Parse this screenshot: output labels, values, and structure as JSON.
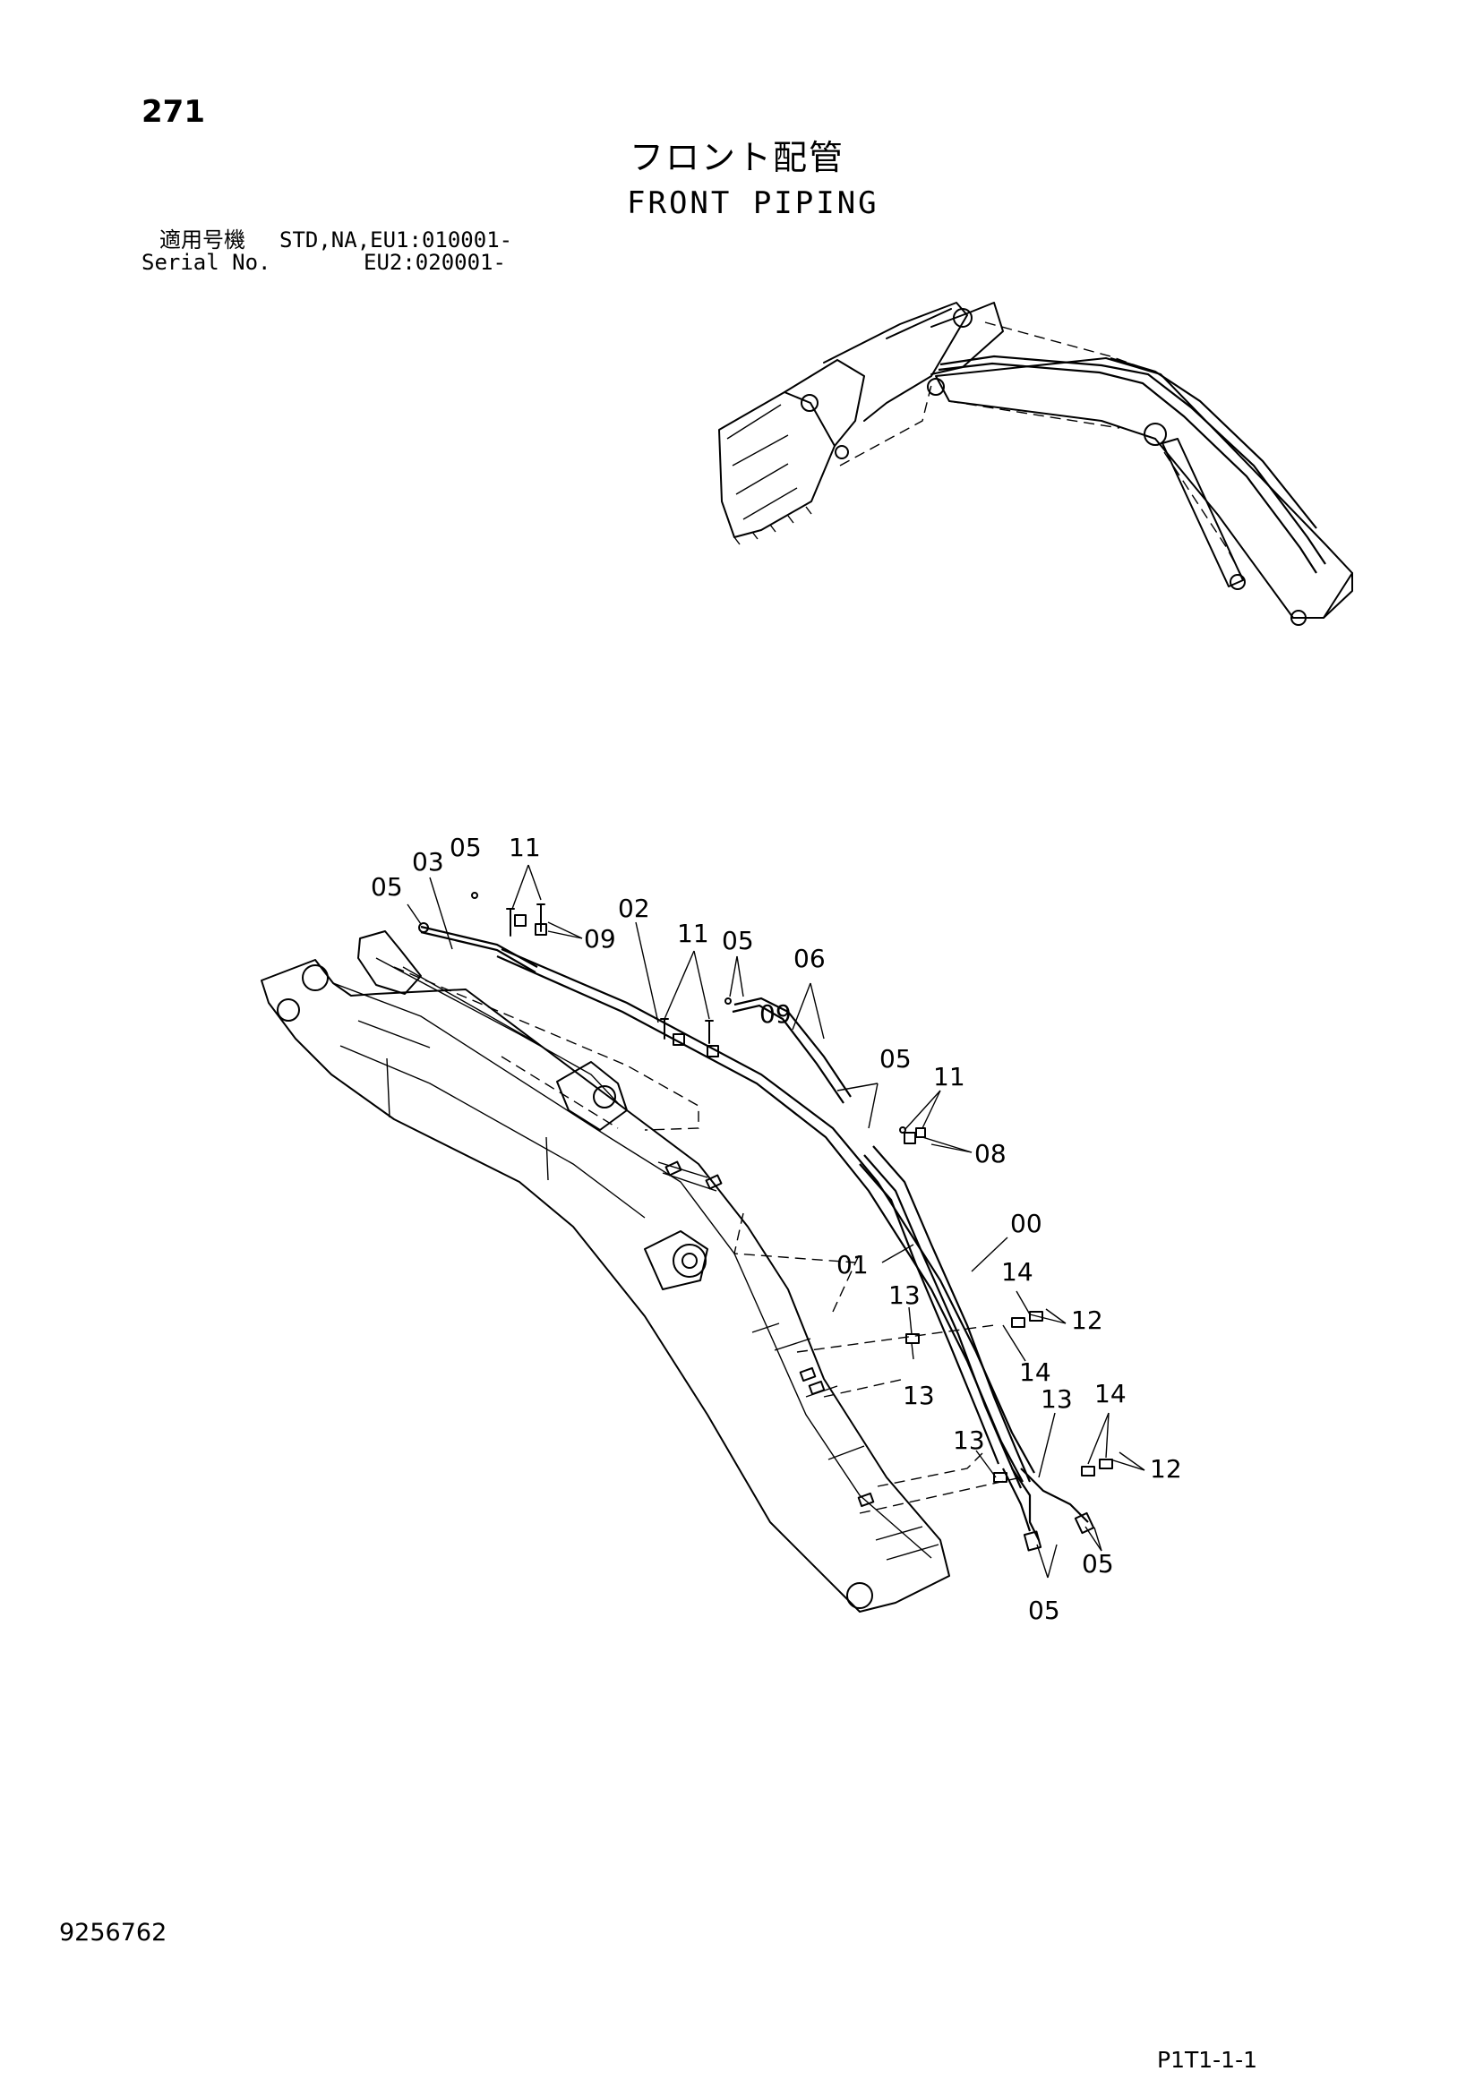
{
  "page_number": "271",
  "title_jp": "フロント配管",
  "title_en": "FRONT PIPING",
  "serial": {
    "label_jp": "適用号機",
    "label_en": "Serial No.",
    "line1": "STD,NA,EU1:010001-",
    "line2": "EU2:020001-"
  },
  "callouts": {
    "c05_top_left": "05",
    "c03": "03",
    "c05_top": "05",
    "c11_top": "11",
    "c09_top": "09",
    "c02": "02",
    "c11_mid": "11",
    "c05_mid": "05",
    "c06": "06",
    "c09_mid": "09",
    "c05_right": "05",
    "c11_right": "11",
    "c08": "08",
    "c00": "00",
    "c01": "01",
    "c14_upper": "14",
    "c12_upper": "12",
    "c13_upper": "13",
    "c14_mid": "14",
    "c13_left": "13",
    "c13_mid": "13",
    "c14_lower": "14",
    "c13_lower": "13",
    "c12_lower": "12",
    "c05_bottom_right": "05",
    "c05_bottom": "05"
  },
  "drawing_number": "9256762",
  "page_code": "P1T1-1-1"
}
